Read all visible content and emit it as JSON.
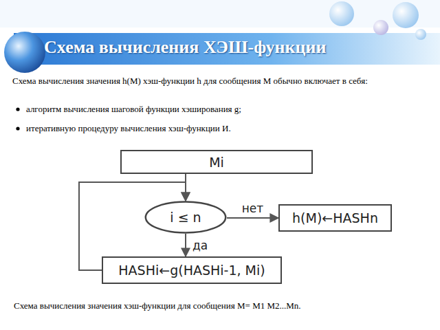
{
  "diagram": {
    "title": "Схема вычисления ХЭШ-функции",
    "caption": "Схема вычисления значения хэш-функции для сообщения M= M1 M2...Mn.",
    "nodes": [
      {
        "text": [
          "Mi"
        ]
      },
      {
        "text": [
          "i ≤ n"
        ]
      },
      {
        "text": [
          "h(M)←HASHn"
        ]
      },
      {
        "text": [
          "HASHi←g(HASHi-1, Mi)"
        ]
      }
    ],
    "edges": [
      {
        "from": 0,
        "to": 1,
        "arrow": "to"
      },
      {
        "from": 1,
        "to": 2,
        "label": "нет",
        "arrow": "to"
      },
      {
        "from": 1,
        "to": 3,
        "label": "да",
        "arrow": "to"
      },
      {
        "from": 3,
        "to": 1,
        "arrow": "to"
      }
    ],
    "labels": [
      "Схема вычисления значения h(M) хэш-функции h для сообщения M обычно включает в себя:",
      "алгоритм вычисления шаговой функции хэширования g;",
      "итеративную процедуру вычисления хэш-функции И."
    ]
  }
}
